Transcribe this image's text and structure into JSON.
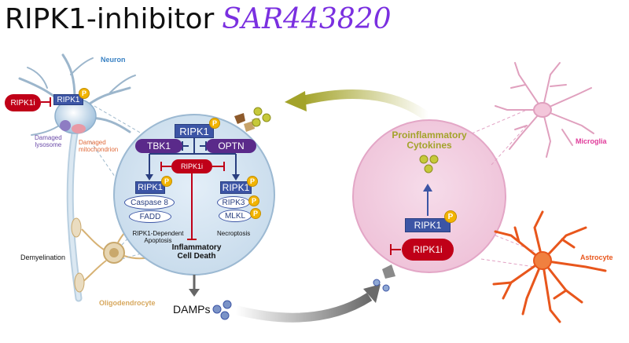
{
  "title": {
    "main": "RIPK1-inhibitor",
    "drug": "SAR443820"
  },
  "cells": {
    "neuron": "Neuron",
    "microglia": "Microglia",
    "astrocyte": "Astrocyte",
    "oligodendrocyte": "Oligodendrocyte"
  },
  "neuron_panel": {
    "ripk1i": "RIPK1i",
    "ripk1": "RIPK1",
    "p": "P",
    "damaged_lysosome": "Damaged\nlysosome",
    "damaged_mitochondrion": "Damaged\nmitochondrion",
    "demyelination": "Demyelination"
  },
  "left_circle": {
    "ripk1_top": "RIPK1",
    "tbk1": "TBK1",
    "optn": "OPTN",
    "ripk1i": "RIPK1i",
    "ripk1_left": "RIPK1",
    "caspase8": "Caspase 8",
    "fadd": "FADD",
    "ripk1_right": "RIPK1",
    "ripk3": "RIPK3",
    "mlkl": "MLKL",
    "apoptosis": "RIPK1-Dependent\nApoptosis",
    "necroptosis": "Necroptosis",
    "inflammatory": "Inflammatory\nCell Death",
    "p": "P"
  },
  "damps": "DAMPs",
  "right_circle": {
    "cytokines": "Proinflammatory\nCytokines",
    "ripk1": "RIPK1",
    "ripk1i": "RIPK1i",
    "p": "P"
  },
  "colors": {
    "blue": "#3c55a5",
    "purple": "#5a2a8a",
    "red": "#c00018",
    "pink": "#e03a9a",
    "orange": "#e8561c",
    "olive": "#a3a32a",
    "neuron_blue": "#3a82c4",
    "tan": "#d7b274"
  }
}
